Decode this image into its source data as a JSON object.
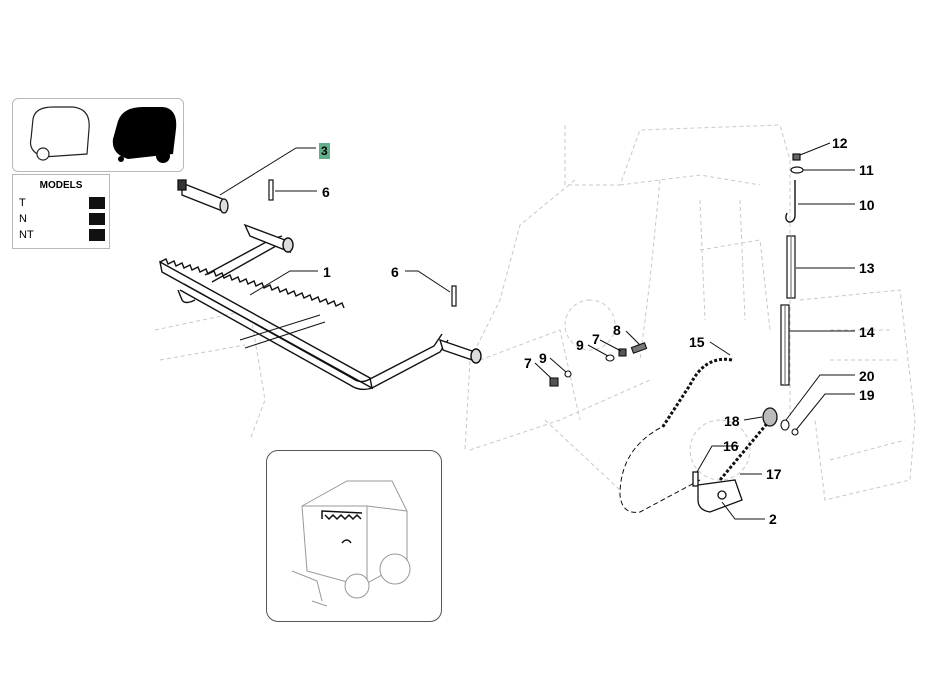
{
  "diagram": {
    "title": "Exploded parts diagram - round baler twine/rake mechanism",
    "models": {
      "heading": "MODELS",
      "rows": [
        {
          "label": "T",
          "swatch": "#111111"
        },
        {
          "label": "N",
          "swatch": "#111111"
        },
        {
          "label": "NT",
          "swatch": "#111111"
        }
      ]
    },
    "highlight_color": "#5fb08a",
    "callouts": [
      {
        "id": "3",
        "label": "3",
        "highlighted": true
      },
      {
        "id": "6a",
        "label": "6"
      },
      {
        "id": "1",
        "label": "1"
      },
      {
        "id": "6b",
        "label": "6"
      },
      {
        "id": "12",
        "label": "12"
      },
      {
        "id": "11",
        "label": "11"
      },
      {
        "id": "10",
        "label": "10"
      },
      {
        "id": "13",
        "label": "13"
      },
      {
        "id": "14",
        "label": "14"
      },
      {
        "id": "8",
        "label": "8"
      },
      {
        "id": "7a",
        "label": "7"
      },
      {
        "id": "9a",
        "label": "9"
      },
      {
        "id": "9b",
        "label": "9"
      },
      {
        "id": "7b",
        "label": "7"
      },
      {
        "id": "15",
        "label": "15"
      },
      {
        "id": "20",
        "label": "20"
      },
      {
        "id": "19",
        "label": "19"
      },
      {
        "id": "18",
        "label": "18"
      },
      {
        "id": "16",
        "label": "16"
      },
      {
        "id": "17",
        "label": "17"
      },
      {
        "id": "2",
        "label": "2"
      }
    ]
  }
}
